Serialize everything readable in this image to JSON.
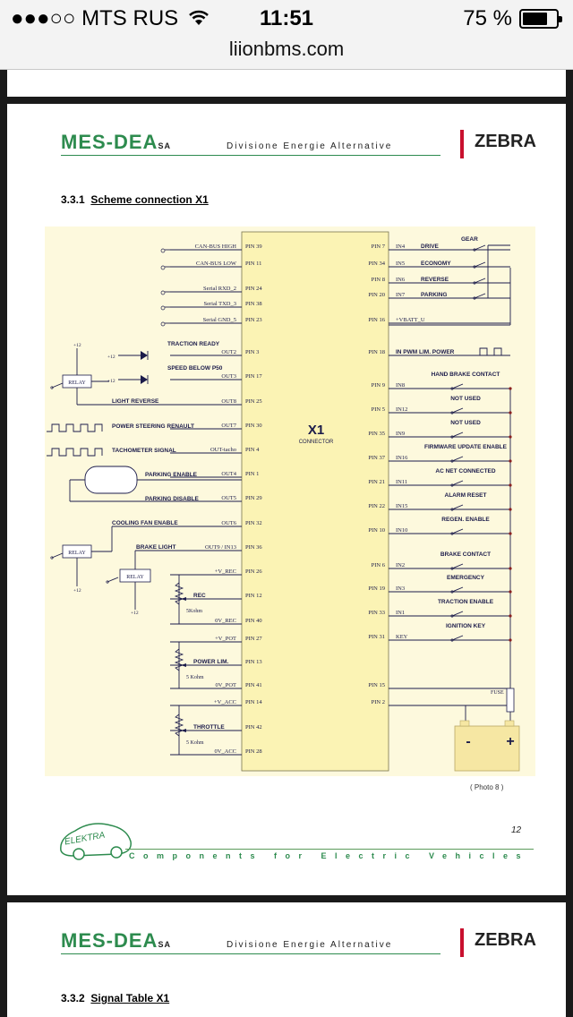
{
  "status_bar": {
    "signal": "●●●○○",
    "carrier": "MTS RUS",
    "time": "11:51",
    "battery_percent": "75 %",
    "battery_level": 0.75
  },
  "browser": {
    "url": "liionbms.com"
  },
  "document": {
    "header": {
      "logo": "MES-DEA",
      "logo_suffix": "SA",
      "division": "Divisione  Energie  Alternative",
      "partner_logo": "ZEBRA"
    },
    "section_1": {
      "number": "3.3.1",
      "title": "Scheme connection X1"
    },
    "section_2": {
      "number": "3.3.2",
      "title": "Signal Table X1"
    },
    "caption": "( Photo 8 )",
    "page_number": "12",
    "footer_logo": "ELEKTRA",
    "footer_tagline": "Components for Electric Vehicles",
    "diagram": {
      "connector_label": "X1",
      "connector_sub": "CONNECTOR",
      "left_pins": [
        {
          "signal": "CAN-BUS HIGH",
          "pin": "PIN 39"
        },
        {
          "signal": "CAN-BUS LOW",
          "pin": "PIN 11"
        },
        {
          "signal": "Serial RXD_2",
          "pin": "PIN 24"
        },
        {
          "signal": "Serial TXD_3",
          "pin": "PIN 38"
        },
        {
          "signal": "Serial GND_5",
          "pin": "PIN 23"
        },
        {
          "signal": "OUT2",
          "pin": "PIN  3"
        },
        {
          "signal": "OUT3",
          "pin": "PIN 17"
        },
        {
          "signal": "OUT8",
          "pin": "PIN 25"
        },
        {
          "signal": "OUT7",
          "pin": "PIN 30"
        },
        {
          "signal": "OUT-tacho",
          "pin": "PIN  4"
        },
        {
          "signal": "OUT4",
          "pin": "PIN  1"
        },
        {
          "signal": "OUT5",
          "pin": "PIN 29"
        },
        {
          "signal": "OUT6",
          "pin": "PIN 32"
        },
        {
          "signal": "OUT9 / IN13",
          "pin": "PIN 36"
        },
        {
          "signal": "+V_REC",
          "pin": "PIN 26"
        },
        {
          "signal": "",
          "pin": "PIN 12"
        },
        {
          "signal": "0V_REC",
          "pin": "PIN 40"
        },
        {
          "signal": "+V_POT",
          "pin": "PIN 27"
        },
        {
          "signal": "",
          "pin": "PIN 13"
        },
        {
          "signal": "0V_POT",
          "pin": "PIN 41"
        },
        {
          "signal": "+V_ACC",
          "pin": "PIN 14"
        },
        {
          "signal": "",
          "pin": "PIN 42"
        },
        {
          "signal": "0V_ACC",
          "pin": "PIN 28"
        }
      ],
      "left_labels": {
        "traction_ready": "TRACTION READY",
        "speed_below": "SPEED BELOW P50",
        "light_reverse": "LIGHT REVERSE",
        "power_steering": "POWER STEERING RENAULT",
        "tachometer": "TACHOMETER SIGNAL",
        "parking_enable": "PARKING   ENABLE",
        "parking_disable": "PARKING   DISABLE",
        "cooling_fan": "COOLING FAN ENABLE",
        "brake_light": "BRAKE LIGHT",
        "rec": "REC",
        "rec_ohm": "5Kohm",
        "power_lim": "POWER LIM.",
        "power_ohm": "5 Kohm",
        "throttle": "THROTTLE",
        "throttle_ohm": "5 Kohm",
        "relay": "RELAY",
        "plus12": "+12"
      },
      "right_pins": [
        {
          "pin": "PIN  7",
          "input": "IN4",
          "label": "DRIVE"
        },
        {
          "pin": "PIN 34",
          "input": "IN5",
          "label": "ECONOMY"
        },
        {
          "pin": "PIN  8",
          "input": "IN6",
          "label": "REVERSE"
        },
        {
          "pin": "PIN 20",
          "input": "IN7",
          "label": "PARKING"
        },
        {
          "pin": "PIN 16",
          "input": "+VBATT_U",
          "label": ""
        },
        {
          "pin": "PIN 18",
          "input": "IN PWM LIM. POWER",
          "label": ""
        },
        {
          "pin": "PIN  9",
          "input": "IN8",
          "label": "HAND BRAKE  CONTACT"
        },
        {
          "pin": "PIN  5",
          "input": "IN12",
          "label": "NOT USED"
        },
        {
          "pin": "PIN 35",
          "input": "IN9",
          "label": "NOT USED"
        },
        {
          "pin": "PIN 37",
          "input": "IN16",
          "label": "FIRMWARE UPDATE ENABLE"
        },
        {
          "pin": "PIN 21",
          "input": "IN11",
          "label": "AC NET CONNECTED"
        },
        {
          "pin": "PIN 22",
          "input": "IN15",
          "label": "ALARM RESET"
        },
        {
          "pin": "PIN 10",
          "input": "IN10",
          "label": "REGEN. ENABLE"
        },
        {
          "pin": "PIN  6",
          "input": "IN2",
          "label": "BRAKE CONTACT"
        },
        {
          "pin": "PIN 19",
          "input": "IN3",
          "label": "EMERGENCY"
        },
        {
          "pin": "PIN 33",
          "input": "IN1",
          "label": "TRACTION ENABLE"
        },
        {
          "pin": "PIN 31",
          "input": "KEY",
          "label": "IGNITION KEY"
        },
        {
          "pin": "PIN 15",
          "input": "",
          "label": ""
        },
        {
          "pin": "PIN  2",
          "input": "",
          "label": ""
        }
      ],
      "gear_label": "GEAR",
      "fuse_label": "FUSE",
      "battery_minus": "-",
      "battery_plus": "+"
    }
  }
}
